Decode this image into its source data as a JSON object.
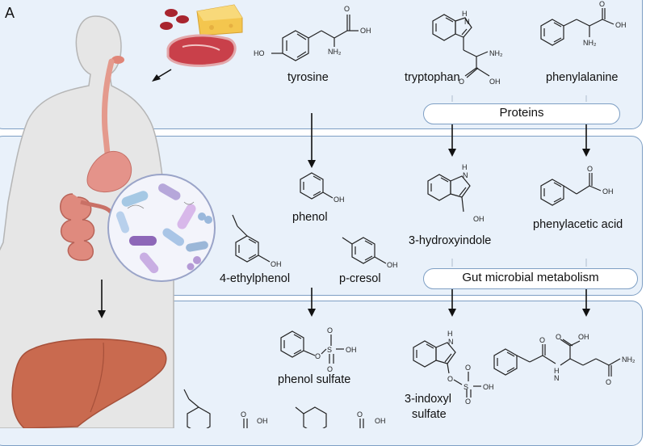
{
  "panel_letter": "A",
  "groups": {
    "proteins": "Proteins",
    "gut": "Gut microbial metabolism"
  },
  "compounds": {
    "tyrosine": "tyrosine",
    "tryptophan": "tryptophan",
    "phenylalanine": "phenylalanine",
    "phenol": "phenol",
    "hydroxyindole": "3-hydroxyindole",
    "phenylacetic_acid": "phenylacetic acid",
    "ethylphenol": "4-ethylphenol",
    "pcresol": "p-cresol",
    "phenol_sulfate": "phenol sulfate",
    "indoxyl_sulfate_1": "3-indoxyl",
    "indoxyl_sulfate_2": "sulfate"
  },
  "atoms": {
    "OH": "OH",
    "HO": "HO",
    "NH2": "NH₂",
    "H": "H",
    "N": "N",
    "O": "O",
    "S": "S"
  }
}
